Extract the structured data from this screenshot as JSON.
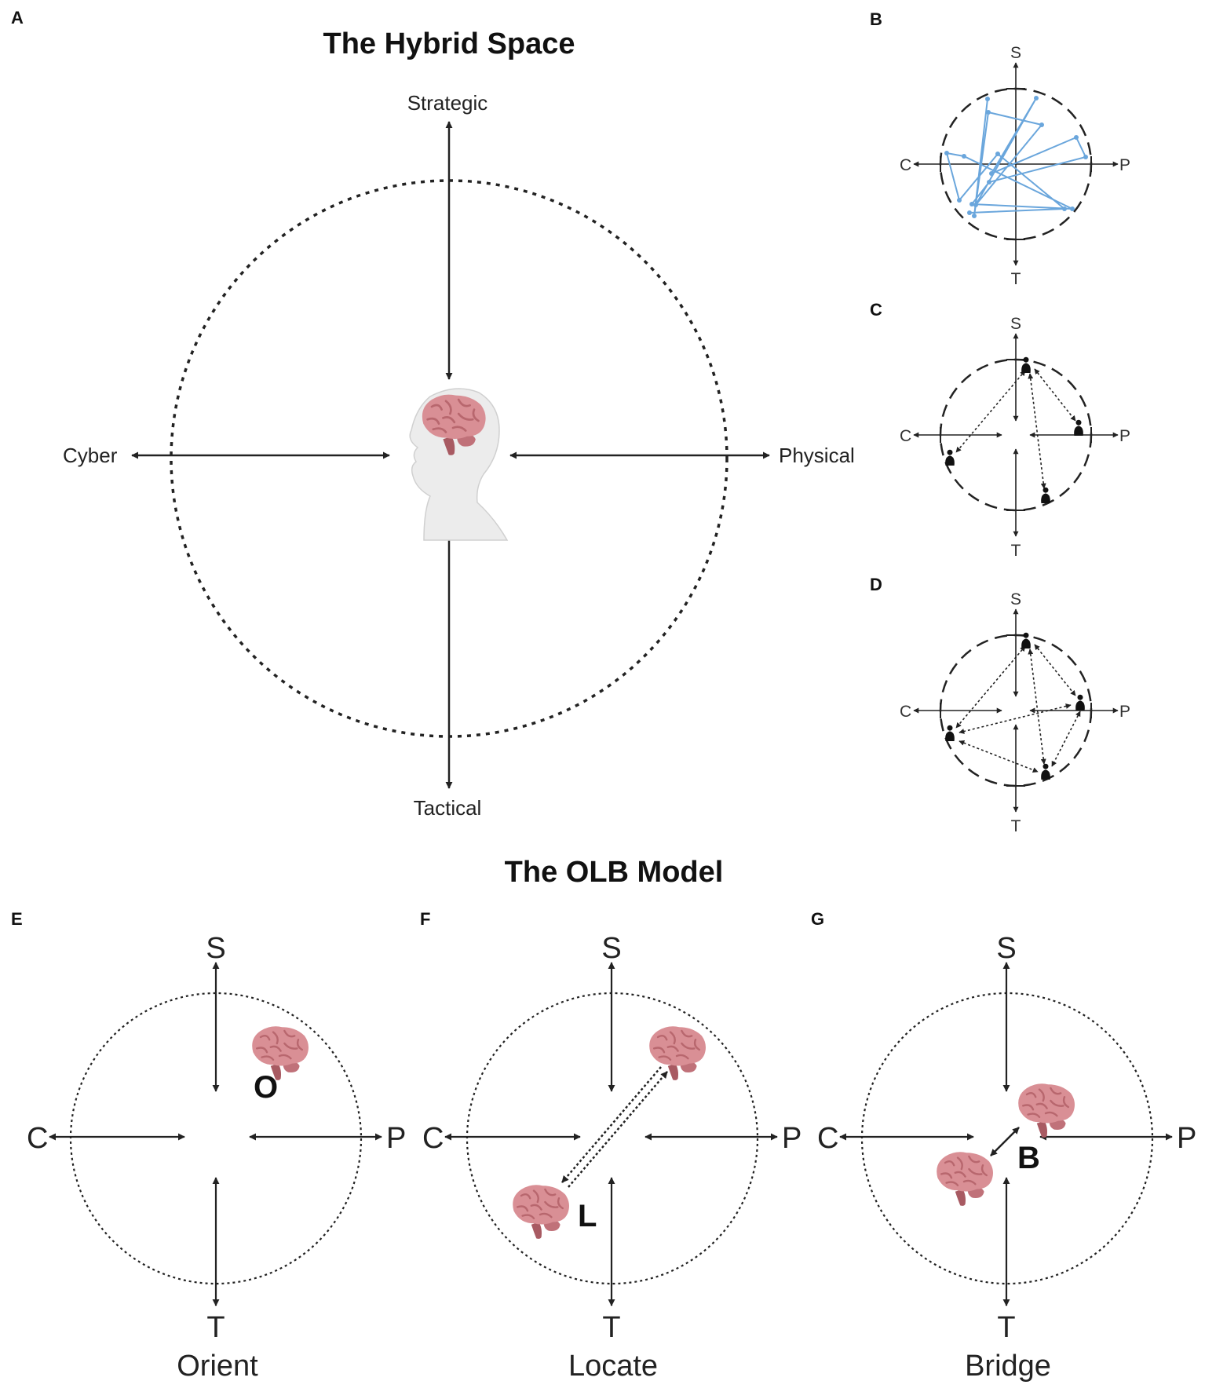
{
  "panels": {
    "A": {
      "letter": "A",
      "title": "The Hybrid Space",
      "labels": {
        "top": "Strategic",
        "bottom": "Tactical",
        "left": "Cyber",
        "right": "Physical"
      }
    },
    "B": {
      "letter": "B",
      "labels": {
        "top": "S",
        "bottom": "T",
        "left": "C",
        "right": "P"
      }
    },
    "C": {
      "letter": "C",
      "labels": {
        "top": "S",
        "bottom": "T",
        "left": "C",
        "right": "P"
      }
    },
    "D": {
      "letter": "D",
      "labels": {
        "top": "S",
        "bottom": "T",
        "left": "C",
        "right": "P"
      }
    },
    "olb_title": "The OLB Model",
    "E": {
      "letter": "E",
      "labels": {
        "top": "S",
        "bottom": "T",
        "left": "C",
        "right": "P"
      },
      "marker": "O",
      "caption": "Orient"
    },
    "F": {
      "letter": "F",
      "labels": {
        "top": "S",
        "bottom": "T",
        "left": "C",
        "right": "P"
      },
      "marker": "L",
      "caption": "Locate"
    },
    "G": {
      "letter": "G",
      "labels": {
        "top": "S",
        "bottom": "T",
        "left": "C",
        "right": "P"
      },
      "marker": "B",
      "caption": "Bridge"
    }
  },
  "colors": {
    "ink": "#222222",
    "path_blue": "#6aa6dc",
    "brain_pink": "#d98f95",
    "brain_dark": "#b8676e",
    "stem": "#a85a62",
    "skin": "#ececec"
  },
  "icons": [
    "human-head-with-brain-icon",
    "brain-icon",
    "person-figure-icon"
  ]
}
